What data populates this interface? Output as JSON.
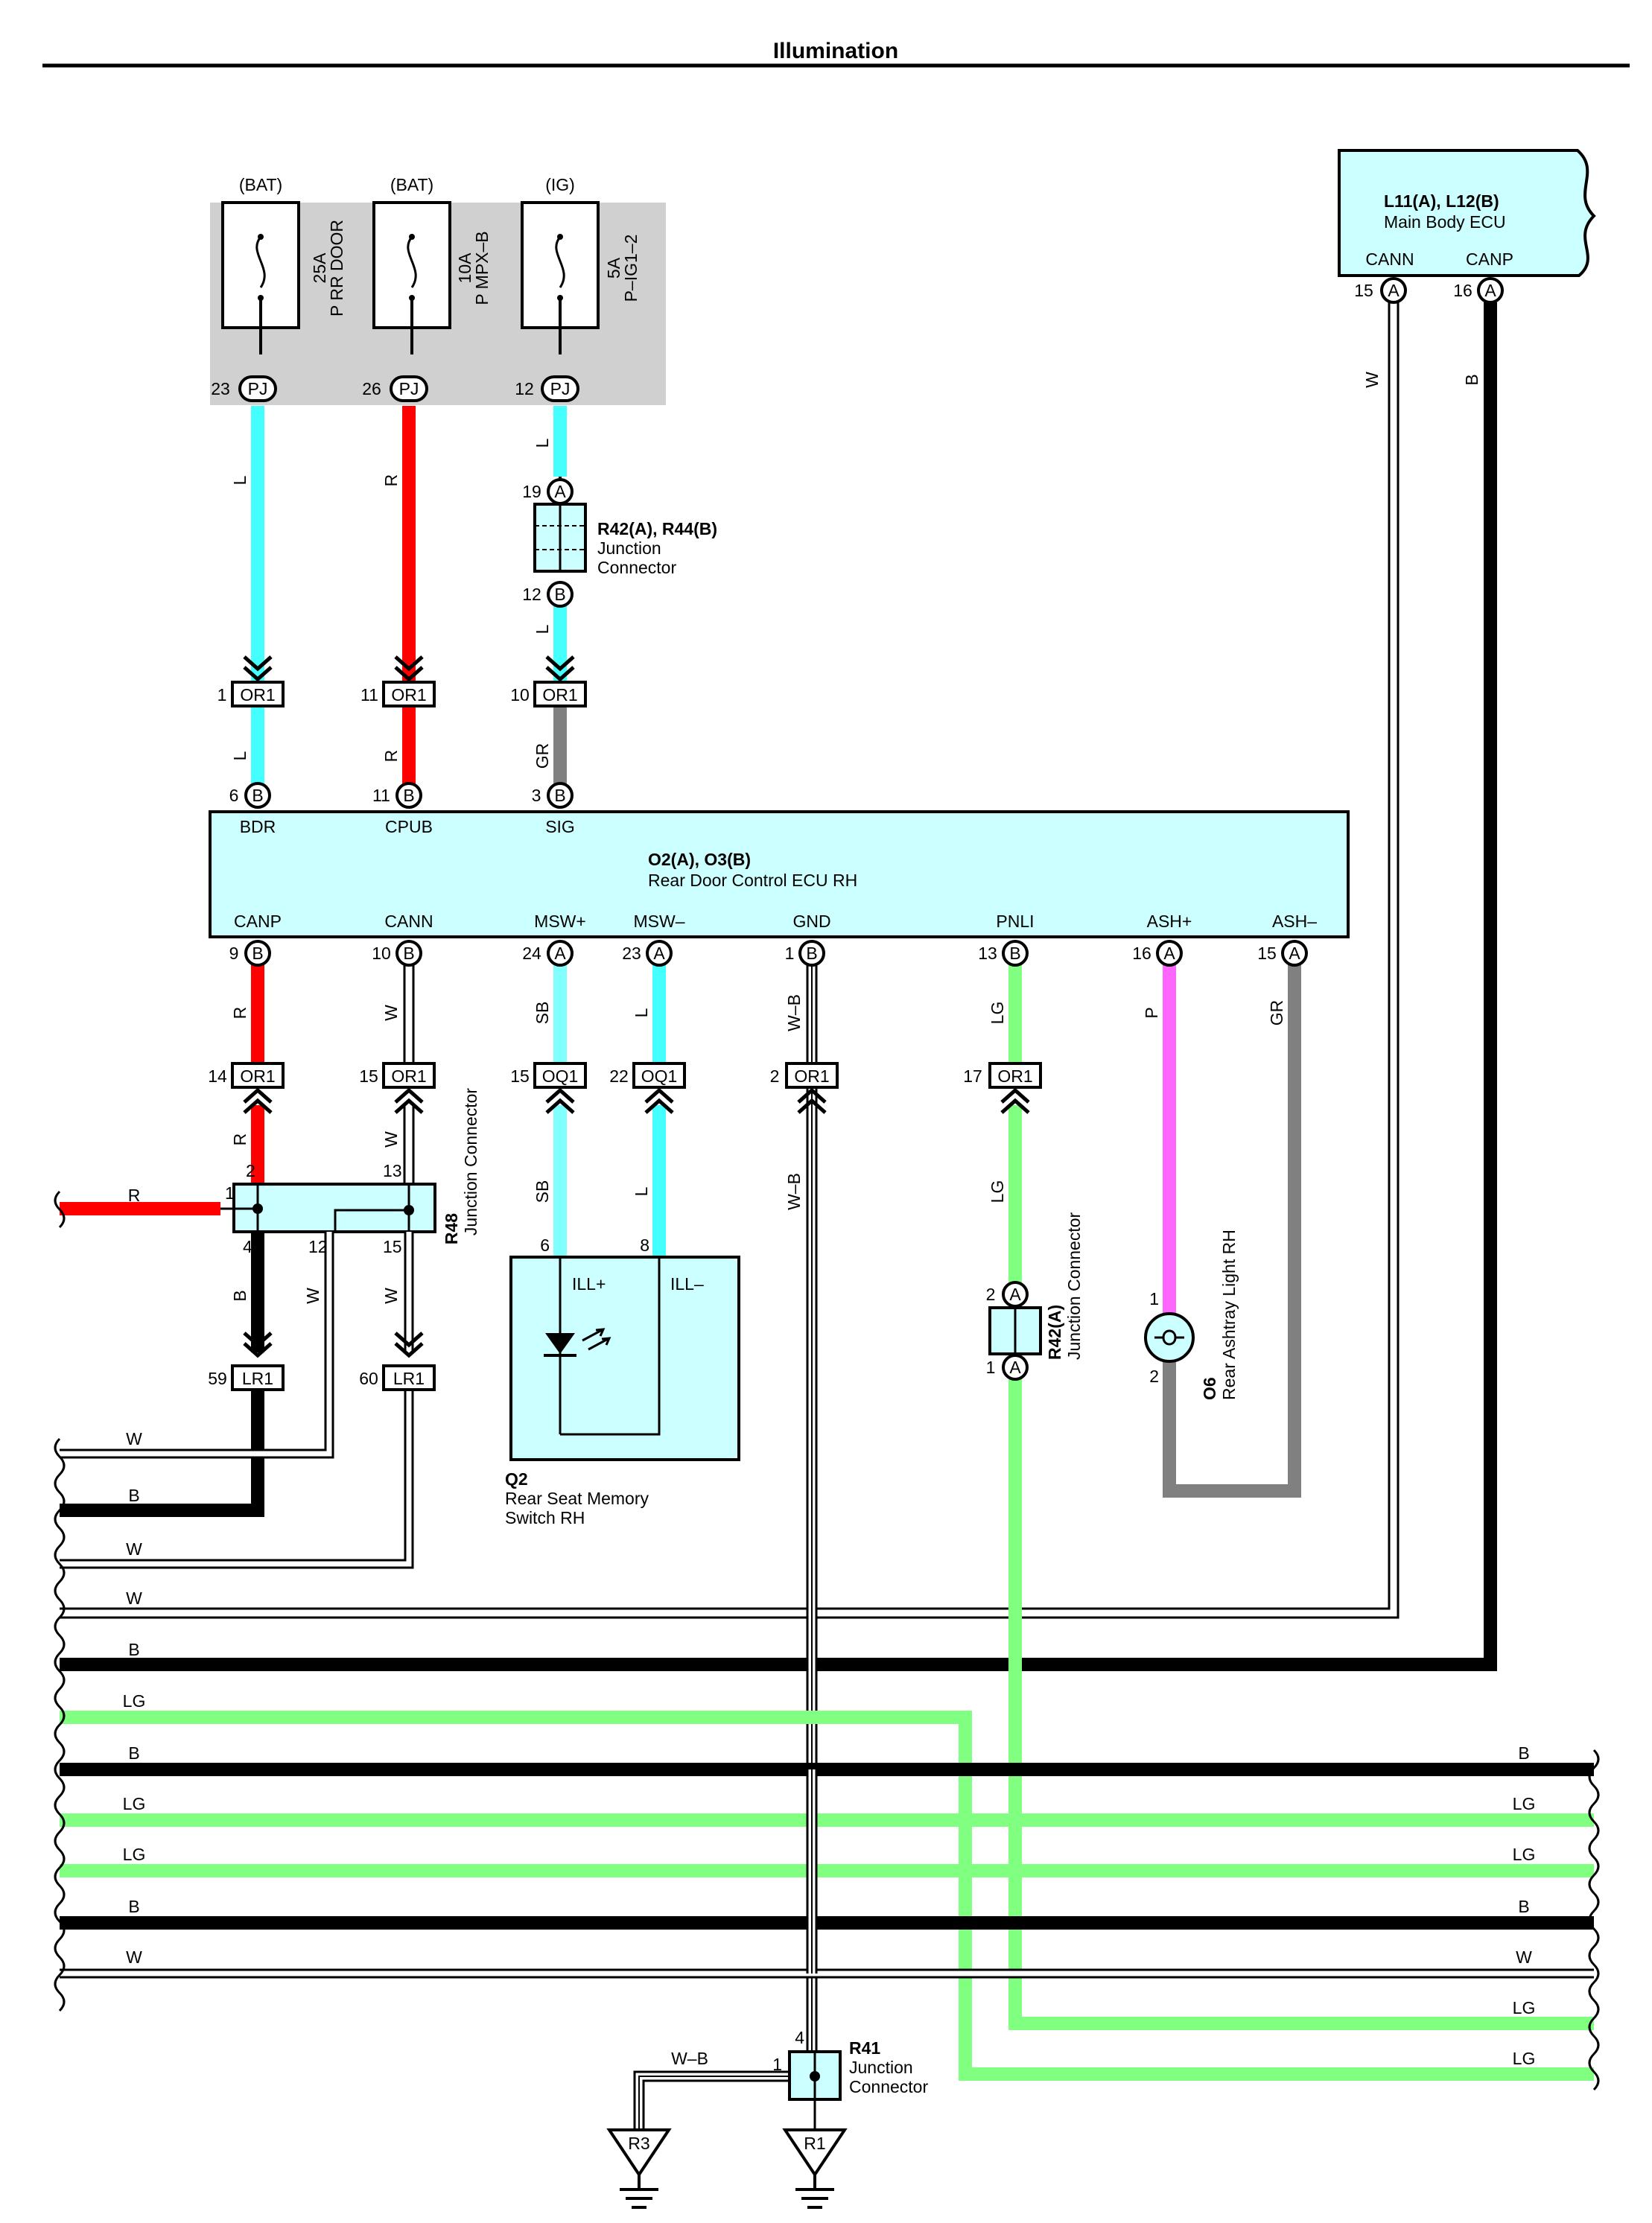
{
  "title": "Illumination",
  "colors": {
    "L": "#44ffff",
    "R": "#ff0000",
    "B": "#000000",
    "W": "#ffffff",
    "GR": "#808080",
    "SB": "#80ffff",
    "LG": "#80ff80",
    "P": "#ff66ff",
    "component_fill": "#ccffff",
    "fuse_box": "#d0d0d0"
  },
  "fuses": [
    {
      "source": "(BAT)",
      "rating": "25A",
      "name": "P RR DOOR",
      "pin": "23",
      "connector": "PJ"
    },
    {
      "source": "(BAT)",
      "rating": "10A",
      "name": "P MPX–B",
      "pin": "26",
      "connector": "PJ"
    },
    {
      "source": "(IG)",
      "rating": "5A",
      "name": "P–IG1–2",
      "pin": "12",
      "connector": "PJ"
    }
  ],
  "components": {
    "main_body_ecu": {
      "code": "L11(A), L12(B)",
      "name": "Main Body ECU",
      "pins": [
        {
          "label": "CANN",
          "num": "15",
          "letter": "A"
        },
        {
          "label": "CANP",
          "num": "16",
          "letter": "A"
        }
      ]
    },
    "r42_r44": {
      "code": "R42(A), R44(B)",
      "name1": "Junction",
      "name2": "Connector",
      "top_pin": "19",
      "top_letter": "A",
      "bottom_pin": "12",
      "bottom_letter": "B"
    },
    "rear_door_ecu": {
      "code": "O2(A), O3(B)",
      "name": "Rear Door Control ECU RH",
      "top_pins": [
        {
          "label": "BDR",
          "num": "6",
          "letter": "B"
        },
        {
          "label": "CPUB",
          "num": "11",
          "letter": "B"
        },
        {
          "label": "SIG",
          "num": "3",
          "letter": "B"
        }
      ],
      "bottom_pins": [
        {
          "label": "CANP",
          "num": "9",
          "letter": "B"
        },
        {
          "label": "CANN",
          "num": "10",
          "letter": "B"
        },
        {
          "label": "MSW+",
          "num": "24",
          "letter": "A"
        },
        {
          "label": "MSW–",
          "num": "23",
          "letter": "A"
        },
        {
          "label": "GND",
          "num": "1",
          "letter": "B"
        },
        {
          "label": "PNLI",
          "num": "13",
          "letter": "B"
        },
        {
          "label": "ASH+",
          "num": "16",
          "letter": "A"
        },
        {
          "label": "ASH–",
          "num": "15",
          "letter": "A"
        }
      ]
    },
    "r48": {
      "code": "R48",
      "name": "Junction Connector",
      "pins": {
        "left": "1",
        "top_left": "2",
        "top_right": "13",
        "bottom_left": "4",
        "bottom_mid": "12",
        "bottom_right": "15"
      }
    },
    "q2": {
      "code": "Q2",
      "name1": "Rear Seat Memory",
      "name2": "Switch RH",
      "pin_plus": "6",
      "pin_minus": "8",
      "label_plus": "ILL+",
      "label_minus": "ILL–"
    },
    "r42a": {
      "code": "R42(A)",
      "name": "Junction Connector",
      "top_pin": "2",
      "bottom_pin": "1",
      "letter": "A"
    },
    "o6": {
      "code": "O6",
      "name": "Rear Ashtray Light RH",
      "pin1": "1",
      "pin2": "2"
    },
    "r41": {
      "code": "R41",
      "name1": "Junction",
      "name2": "Connector",
      "pin_top": "4",
      "pin_left": "1"
    },
    "grounds": [
      "R3",
      "R1"
    ]
  },
  "connectors": {
    "or1_top": [
      {
        "pin": "1",
        "name": "OR1"
      },
      {
        "pin": "11",
        "name": "OR1"
      },
      {
        "pin": "10",
        "name": "OR1"
      }
    ],
    "row2": [
      {
        "pin": "14",
        "name": "OR1"
      },
      {
        "pin": "15",
        "name": "OR1"
      },
      {
        "pin": "15",
        "name": "OQ1"
      },
      {
        "pin": "22",
        "name": "OQ1"
      },
      {
        "pin": "2",
        "name": "OR1"
      },
      {
        "pin": "17",
        "name": "OR1"
      }
    ],
    "lr1": [
      {
        "pin": "59",
        "name": "LR1"
      },
      {
        "pin": "60",
        "name": "LR1"
      }
    ]
  },
  "wire_labels": {
    "L": "L",
    "R": "R",
    "GR": "GR",
    "B": "B",
    "W": "W",
    "SB": "SB",
    "LG": "LG",
    "P": "P",
    "WB": "W–B"
  },
  "left_bus": [
    "W",
    "B",
    "W",
    "W",
    "B",
    "LG",
    "B",
    "LG",
    "LG",
    "B",
    "W"
  ],
  "right_bus": [
    "B",
    "LG",
    "LG",
    "B",
    "W",
    "LG",
    "LG"
  ]
}
